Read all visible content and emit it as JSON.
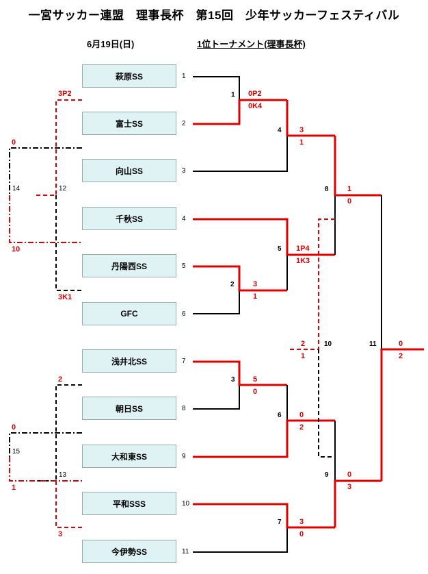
{
  "title": "一宮サッカー連盟　理事長杯　第15回　少年サッカーフェスティバル",
  "date": "6月19日(日)",
  "tournament_name": "1位トーナメント(理事長杯)",
  "teams": [
    {
      "name": "萩原SS",
      "seed": "1"
    },
    {
      "name": "富士SS",
      "seed": "2"
    },
    {
      "name": "向山SS",
      "seed": "3"
    },
    {
      "name": "千秋SS",
      "seed": "4"
    },
    {
      "name": "丹陽西SS",
      "seed": "5"
    },
    {
      "name": "GFC",
      "seed": "6"
    },
    {
      "name": "浅井北SS",
      "seed": "7"
    },
    {
      "name": "朝日SS",
      "seed": "8"
    },
    {
      "name": "大和東SS",
      "seed": "9"
    },
    {
      "name": "平和SSS",
      "seed": "10"
    },
    {
      "name": "今伊勢SS",
      "seed": "11"
    }
  ],
  "matches": {
    "m1": {
      "num": "1",
      "top": "0P2",
      "bottom": "0K4"
    },
    "m2": {
      "num": "2",
      "top": "3",
      "bottom": "1"
    },
    "m3": {
      "num": "3",
      "top": "5",
      "bottom": "0"
    },
    "m4": {
      "num": "4",
      "top": "3",
      "bottom": "1"
    },
    "m5": {
      "num": "5",
      "top": "1P4",
      "bottom": "1K3"
    },
    "m6": {
      "num": "6",
      "top": "0",
      "bottom": "2"
    },
    "m7": {
      "num": "7",
      "top": "3",
      "bottom": "0"
    },
    "m8": {
      "num": "8",
      "top": "1",
      "bottom": "0"
    },
    "m9": {
      "num": "9",
      "top": "0",
      "bottom": "3"
    },
    "m10": {
      "num": "10",
      "top": "2",
      "bottom": "1"
    },
    "m11": {
      "num": "11",
      "top": "0",
      "bottom": "2"
    },
    "m12": {
      "num": "12",
      "top": "3P2",
      "bottom": "3K1"
    },
    "m13": {
      "num": "13",
      "top": "2",
      "bottom": "3"
    },
    "m14": {
      "num": "14",
      "top": "0",
      "bottom": "10"
    },
    "m15": {
      "num": "15",
      "top": "0",
      "bottom": "1"
    }
  },
  "colors": {
    "win_line": "#e00000",
    "line": "#000000",
    "team_box": "#dff3f4"
  }
}
